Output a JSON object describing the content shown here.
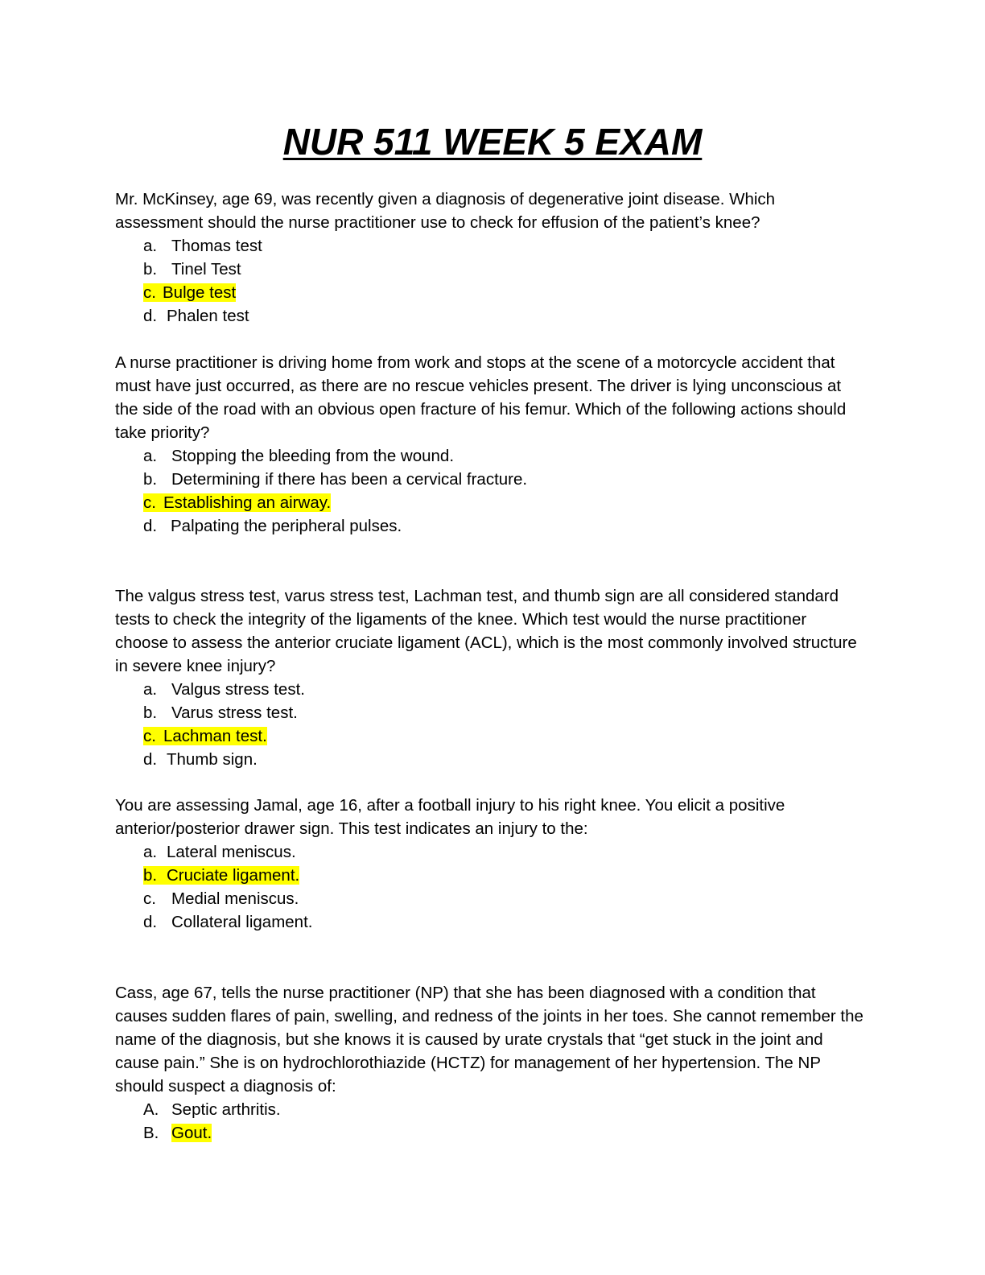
{
  "title": "NUR 511 WEEK 5 EXAM",
  "colors": {
    "answer_highlight": "#ffff00",
    "text": "#000000"
  },
  "questions": [
    {
      "stem": "Mr. McKinsey, age 69, was recently given a diagnosis of degenerative joint disease. Which assessment should the nurse practitioner use to check for effusion of the patient’s knee?",
      "options": [
        {
          "letter": "a.",
          "text": "Thomas test",
          "highlighted": false
        },
        {
          "letter": "b.",
          "text": "Tinel Test",
          "highlighted": false
        },
        {
          "letter": "c.",
          "text": "Bulge test",
          "highlighted": true
        },
        {
          "letter": "d.",
          "text": "Phalen test",
          "highlighted": false
        }
      ]
    },
    {
      "stem": "A nurse practitioner is driving home from work and stops at the scene of a motorcycle accident that must have just occurred, as there are no rescue vehicles present. The driver is lying unconscious at the side of the road with an obvious open fracture of his femur. Which of the following actions should take priority?",
      "options": [
        {
          "letter": "a.",
          "text": "Stopping the bleeding from the wound.",
          "highlighted": false
        },
        {
          "letter": "b.",
          "text": "Determining if there has been a cervical fracture.",
          "highlighted": false
        },
        {
          "letter": "c.",
          "text": "Establishing an airway.",
          "highlighted": true
        },
        {
          "letter": "d.",
          "text": "Palpating the peripheral pulses.",
          "highlighted": false
        }
      ]
    },
    {
      "stem": "The valgus stress test, varus stress test, Lachman test, and thumb sign are all considered standard tests to check the integrity of the ligaments of the knee. Which test would the nurse practitioner choose to assess the anterior cruciate ligament (ACL), which is the most commonly involved structure in severe knee injury?",
      "options": [
        {
          "letter": "a.",
          "text": "Valgus stress test.",
          "highlighted": false
        },
        {
          "letter": "b.",
          "text": "Varus stress test.",
          "highlighted": false
        },
        {
          "letter": "c.",
          "text": "Lachman test.",
          "highlighted": true
        },
        {
          "letter": "d.",
          "text": "Thumb sign.",
          "highlighted": false
        }
      ]
    },
    {
      "stem": "You are assessing Jamal, age 16, after a football injury to his right knee. You elicit a positive anterior/posterior drawer sign. This test indicates an injury to the:",
      "options": [
        {
          "letter": "a.",
          "text": "Lateral meniscus.",
          "highlighted": false
        },
        {
          "letter": "b.",
          "text": "Cruciate ligament.",
          "highlighted": true
        },
        {
          "letter": "c.",
          "text": "Medial meniscus.",
          "highlighted": false
        },
        {
          "letter": "d.",
          "text": "Collateral ligament.",
          "highlighted": false
        }
      ]
    },
    {
      "stem": "Cass, age 67, tells the nurse practitioner (NP) that she has been diagnosed with a condition that causes sudden flares of pain, swelling, and redness of the joints in her toes. She cannot remember the name of the diagnosis, but she knows it is caused by urate crystals that “get stuck in the joint and cause pain.” She is on hydrochlorothiazide (HCTZ) for management of her hypertension. The NP should suspect a diagnosis of:",
      "options": [
        {
          "letter": "A.",
          "text": "Septic arthritis.",
          "highlighted": false
        },
        {
          "letter": "B.",
          "text": "Gout.",
          "highlighted": true
        }
      ]
    }
  ]
}
